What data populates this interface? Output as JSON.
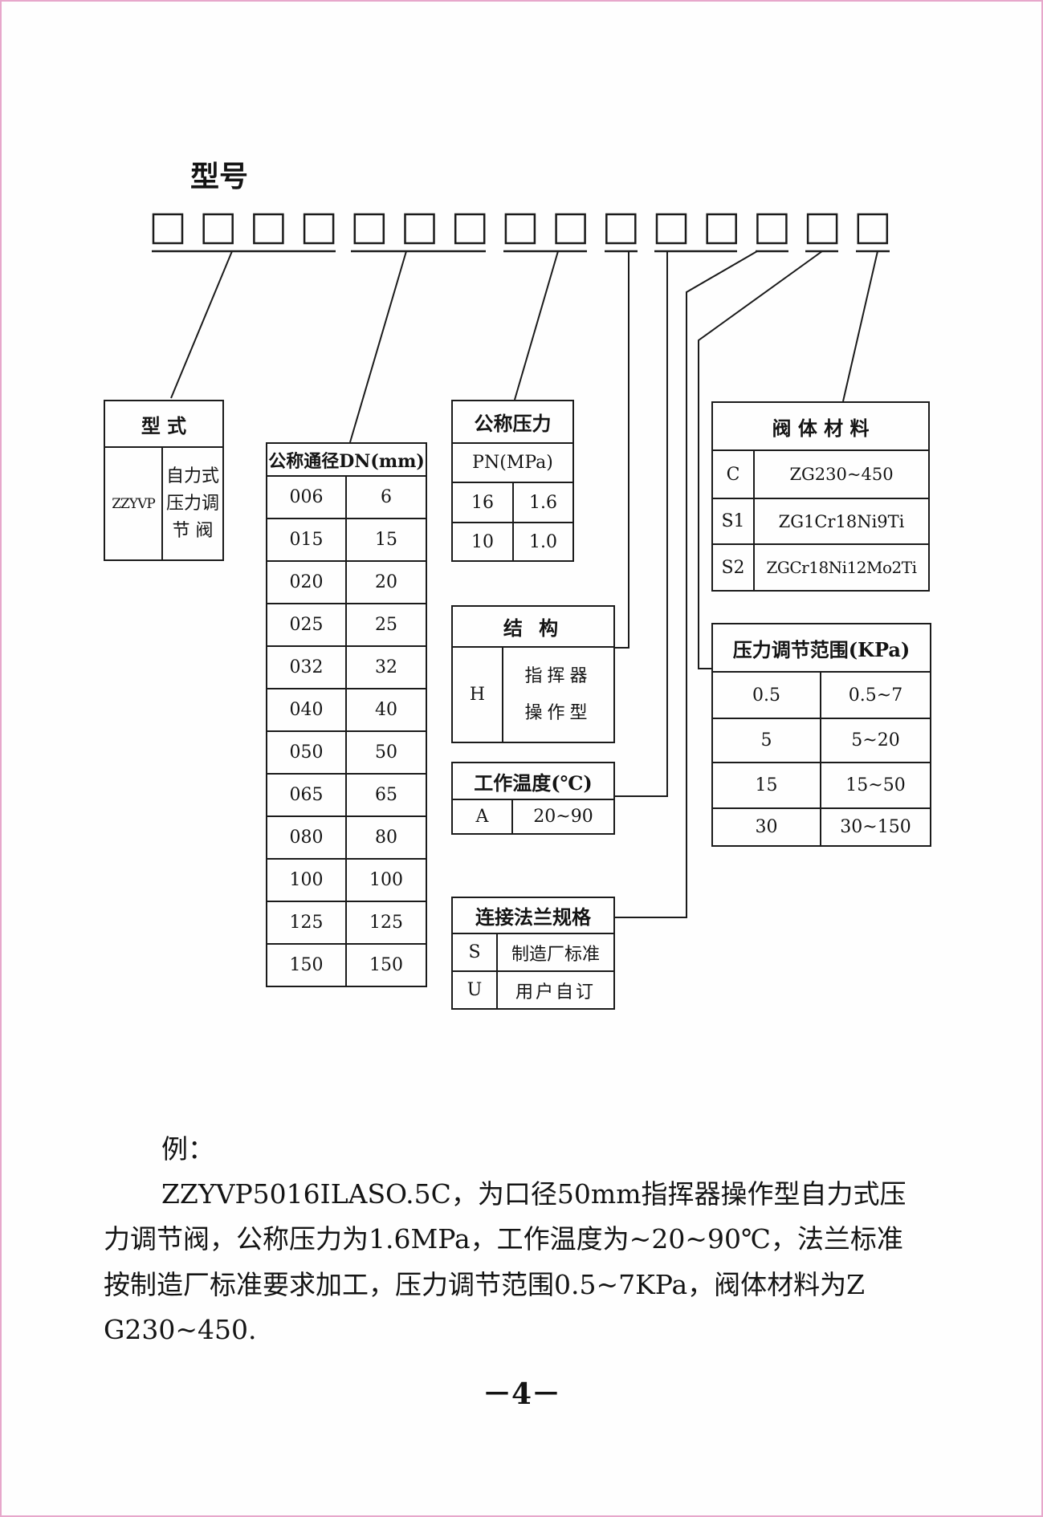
{
  "model_title": "型号",
  "tables": {
    "type": {
      "header": "型 式",
      "code": "ZZYVP",
      "desc": [
        "自力式",
        "压力调",
        "节 阀"
      ]
    },
    "diameter": {
      "header": "公称通径DN(mm)",
      "rows": [
        [
          "006",
          "6"
        ],
        [
          "015",
          "15"
        ],
        [
          "020",
          "20"
        ],
        [
          "025",
          "25"
        ],
        [
          "032",
          "32"
        ],
        [
          "040",
          "40"
        ],
        [
          "050",
          "50"
        ],
        [
          "065",
          "65"
        ],
        [
          "080",
          "80"
        ],
        [
          "100",
          "100"
        ],
        [
          "125",
          "125"
        ],
        [
          "150",
          "150"
        ]
      ]
    },
    "pressure": {
      "header": "公称压力",
      "subheader": "PN(MPa)",
      "rows": [
        [
          "16",
          "1.6"
        ],
        [
          "10",
          "1.0"
        ]
      ]
    },
    "structure": {
      "header": "结 构",
      "code": "H",
      "desc": [
        "指挥器",
        "操作型"
      ]
    },
    "temperature": {
      "header": "工作温度(℃)",
      "rows": [
        [
          "A",
          "20~90"
        ]
      ]
    },
    "flange": {
      "header": "连接法兰规格",
      "rows": [
        [
          "S",
          "制造厂标准"
        ],
        [
          "U",
          "用户自订"
        ]
      ]
    },
    "material": {
      "header": "阀 体 材 料",
      "rows": [
        [
          "C",
          "ZG230~450"
        ],
        [
          "S1",
          "ZG1Cr18Ni9Ti"
        ],
        [
          "S2",
          "ZGCr18Ni12Mo2Ti"
        ]
      ]
    },
    "range": {
      "header": "压力调节范围(KPa)",
      "rows": [
        [
          "0.5",
          "0.5~7"
        ],
        [
          "5",
          "5~20"
        ],
        [
          "15",
          "15~50"
        ],
        [
          "30",
          "30~150"
        ]
      ]
    }
  },
  "example": {
    "label": "例：",
    "lines": [
      "ZZYVP5016ILASO.5C，为口径50mm指挥器操作型自力式压",
      "力调节阀，公称压力为1.6MPa，工作温度为~20~90℃，法兰标准",
      "按制造厂标准要求加工，压力调节范围0.5~7KPa，阀体材料为Z",
      "G230~450."
    ]
  },
  "page_number": "－4－",
  "colors": {
    "page_border": "#e7a7cb",
    "ink": "#141414"
  }
}
